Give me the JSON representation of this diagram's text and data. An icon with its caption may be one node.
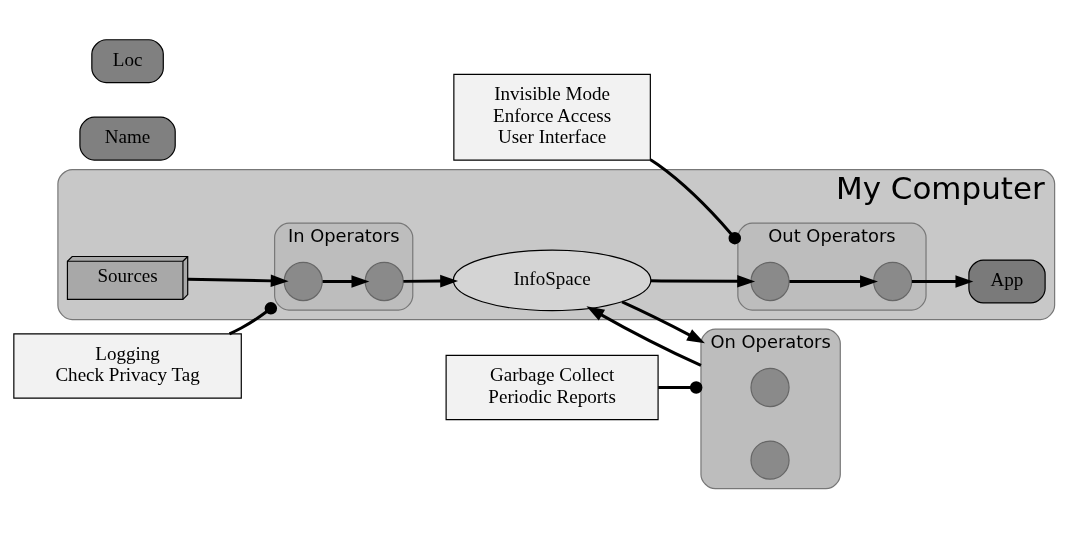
{
  "diagram": {
    "nodes": [
      {
        "text": [
          "My Computer"
        ]
      },
      {
        "text": [
          "Sources"
        ],
        "in": 0
      },
      {
        "text": [
          "In Operators"
        ],
        "in": 0
      },
      {
        "text": [],
        "shape": "circle",
        "in": 2
      },
      {
        "text": [],
        "shape": "circle",
        "in": 2
      },
      {
        "text": [
          "InfoSpace"
        ],
        "in": 0
      },
      {
        "text": [
          "Name"
        ]
      },
      {
        "text": [
          "Loc"
        ]
      },
      {
        "text": [
          "Out Operators"
        ],
        "in": 0
      },
      {
        "text": [],
        "shape": "circle",
        "in": 8
      },
      {
        "text": [],
        "shape": "circle",
        "in": 8
      },
      {
        "text": [
          "App"
        ],
        "in": 0
      },
      {
        "text": [
          "On Operators"
        ]
      },
      {
        "text": [],
        "shape": "circle",
        "in": 12
      },
      {
        "text": [],
        "shape": "circle",
        "in": 12
      },
      {
        "text": [
          "Logging",
          "Check Privacy Tag"
        ]
      },
      {
        "text": [
          "Invisible Mode",
          "Enforce Access",
          "User Interface"
        ]
      },
      {
        "text": [
          "Garbage Collect",
          "Periodic Reports"
        ]
      }
    ],
    "edges": [
      {
        "from": 1,
        "to": 3,
        "arrow": "to"
      },
      {
        "from": 3,
        "to": 4,
        "arrow": "to"
      },
      {
        "from": 4,
        "to": 5,
        "arrow": "to"
      },
      {
        "from": 5,
        "to": 9,
        "arrow": "to"
      },
      {
        "from": 9,
        "to": 10,
        "arrow": "to"
      },
      {
        "from": 10,
        "to": 11,
        "arrow": "to"
      },
      {
        "from": 12,
        "to": 5,
        "arrow": "to"
      },
      {
        "from": 5,
        "to": 12,
        "arrow": "to"
      },
      {
        "from": 15,
        "to": 2,
        "arrow": "other"
      },
      {
        "from": 16,
        "to": 8,
        "arrow": "other"
      },
      {
        "from": 17,
        "to": 12,
        "arrow": "other"
      }
    ]
  }
}
